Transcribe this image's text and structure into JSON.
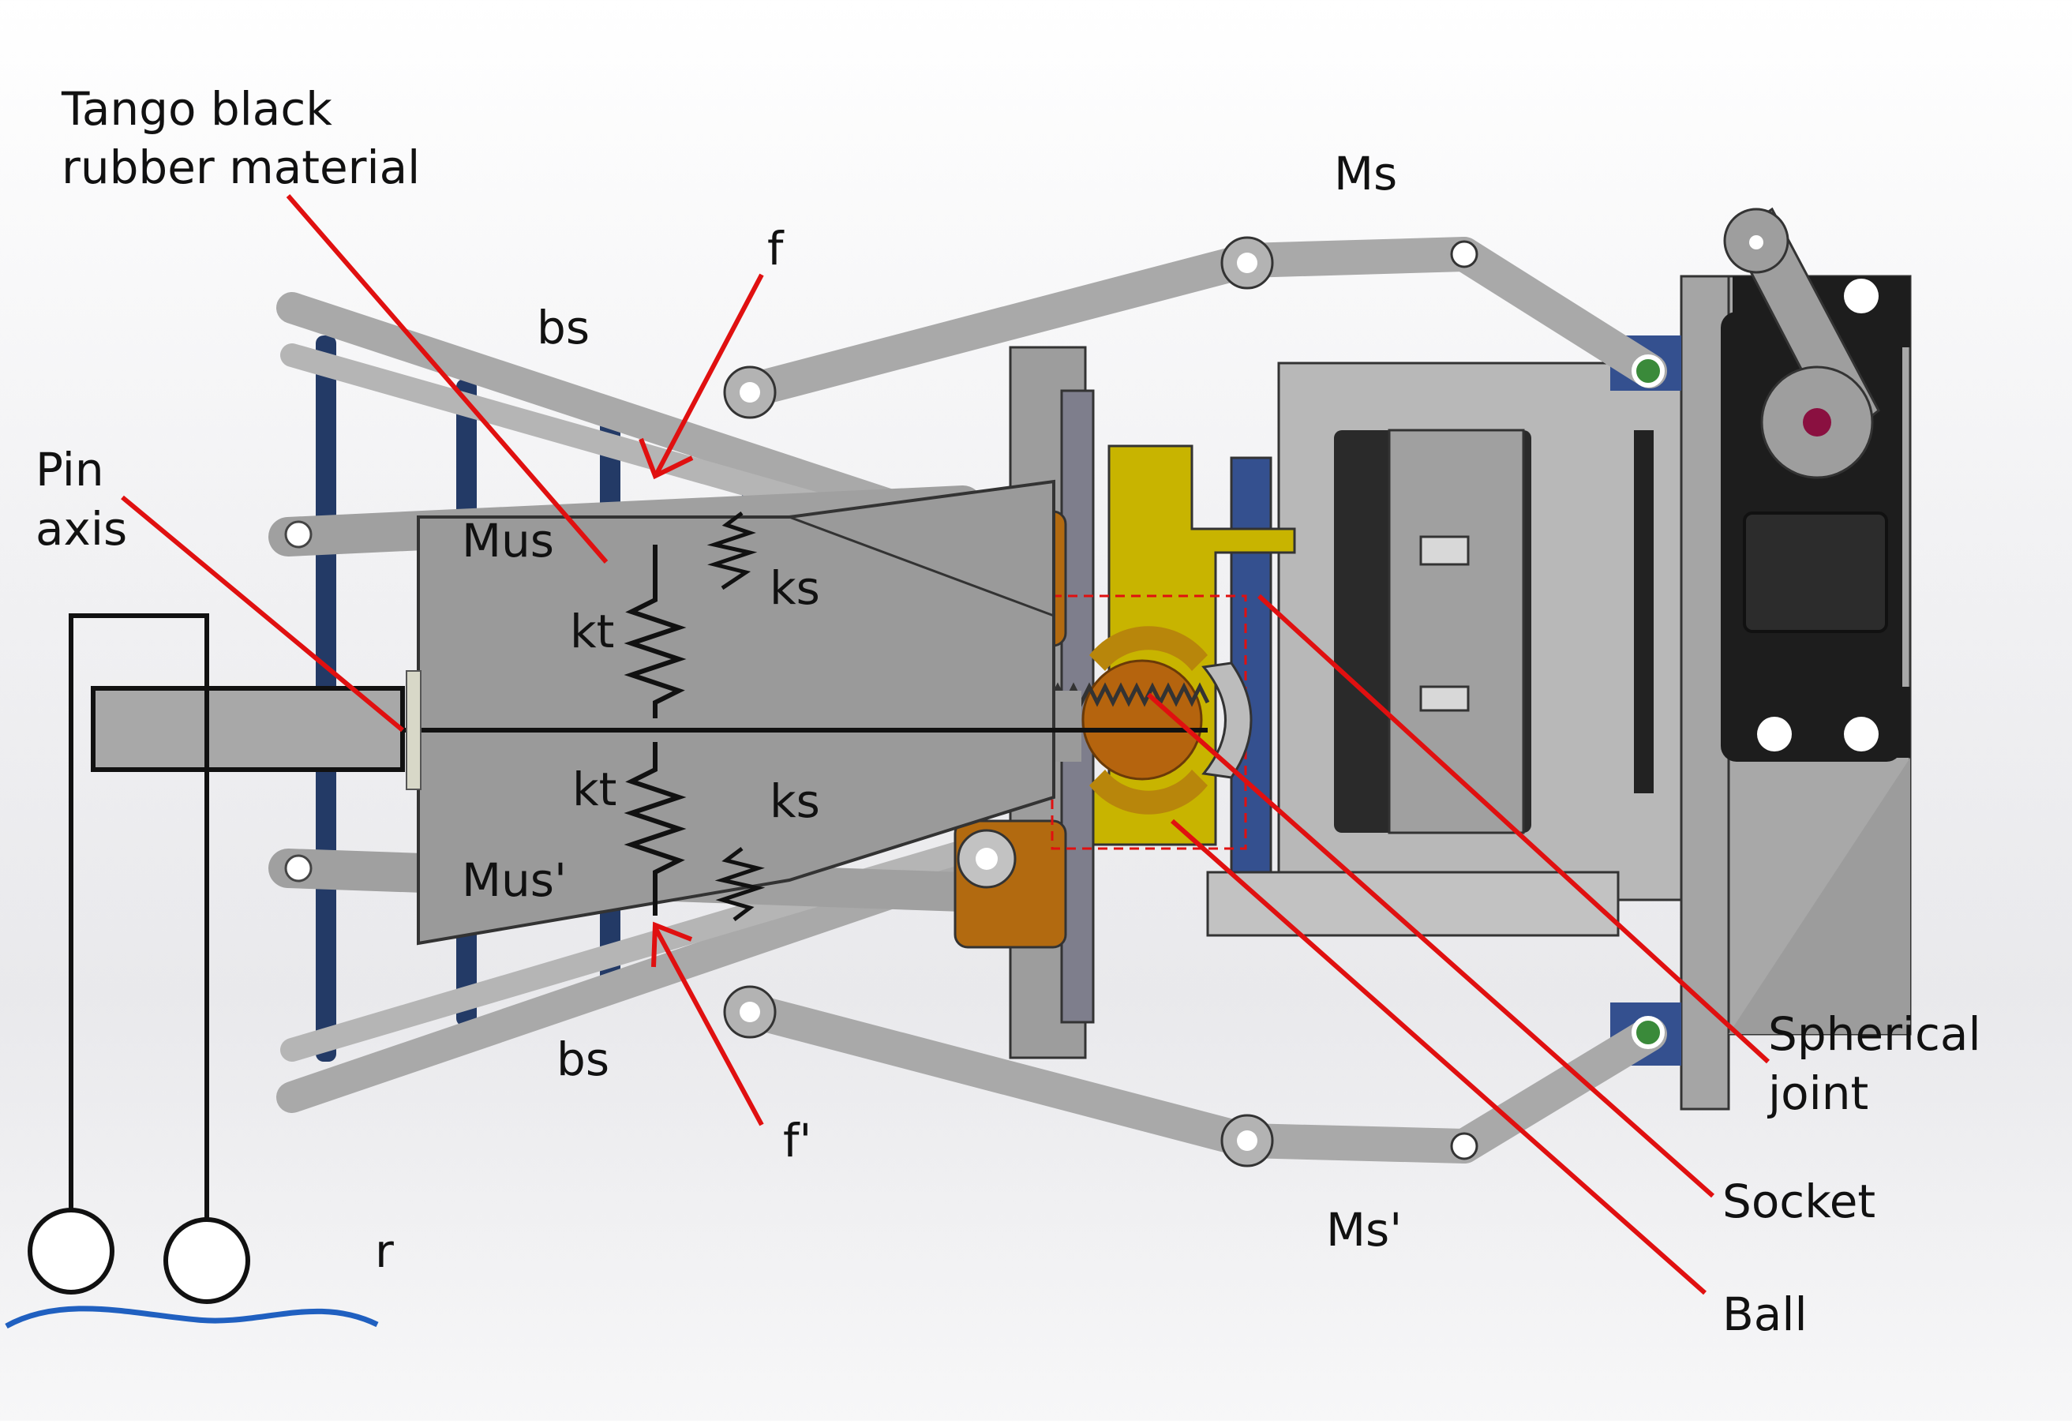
{
  "labels": {
    "tango_line1": "Tango black",
    "tango_line2": "rubber material",
    "pin_line1": "Pin",
    "pin_line2": "axis",
    "f_top": "f",
    "f_bottom": "f'",
    "bs_top": "bs",
    "bs_bottom": "bs",
    "ms_top": "Ms",
    "ms_bottom": "Ms'",
    "mus_top": "Mus",
    "mus_bottom": "Mus'",
    "kt_top": "kt",
    "kt_bottom": "kt",
    "ks_top": "ks",
    "ks_bottom": "ks",
    "r": "r",
    "spherical_line1": "Spherical",
    "spherical_line2": "joint",
    "socket": "Socket",
    "ball": "Ball"
  },
  "colors": {
    "annotation": "#e01010",
    "rubber": "#9a9a9a",
    "link": "#a9a9a9",
    "rod": "#233a66",
    "bracket": "#c8b400",
    "bronze": "#b26a10",
    "servo": "#1d1d1d",
    "plate_blue": "#34508f",
    "ground": "#2060c0"
  }
}
